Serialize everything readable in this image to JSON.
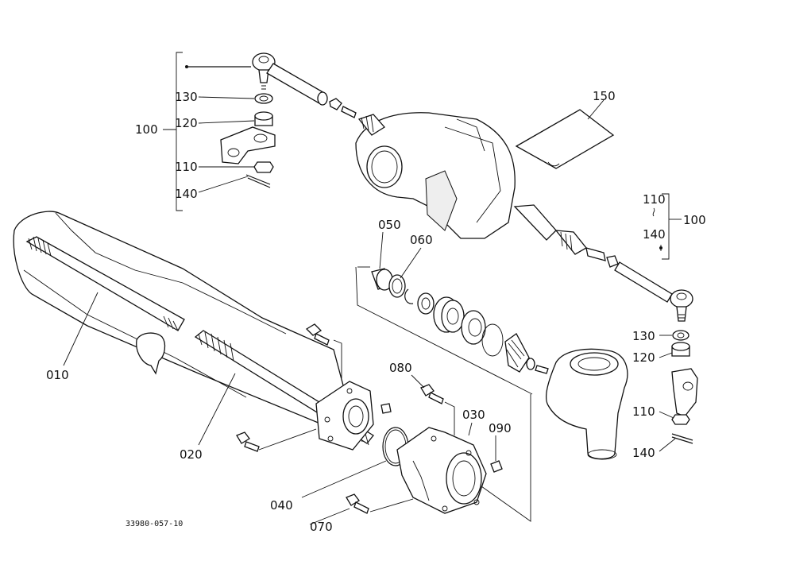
{
  "diagram": {
    "drawing_number": "33980-057-10",
    "labels": {
      "l100a": "100",
      "l130a": "130",
      "l120a": "120",
      "l110a": "110",
      "l140a": "140",
      "l150": "150",
      "l110b": "110",
      "l140b": "140",
      "l100b": "100",
      "l050": "050",
      "l060": "060",
      "l130b": "130",
      "l120b": "120",
      "l110c": "110",
      "l140c": "140",
      "l010": "010",
      "l020": "020",
      "l080": "080",
      "l030": "030",
      "l090": "090",
      "l040": "040",
      "l070": "070"
    }
  }
}
